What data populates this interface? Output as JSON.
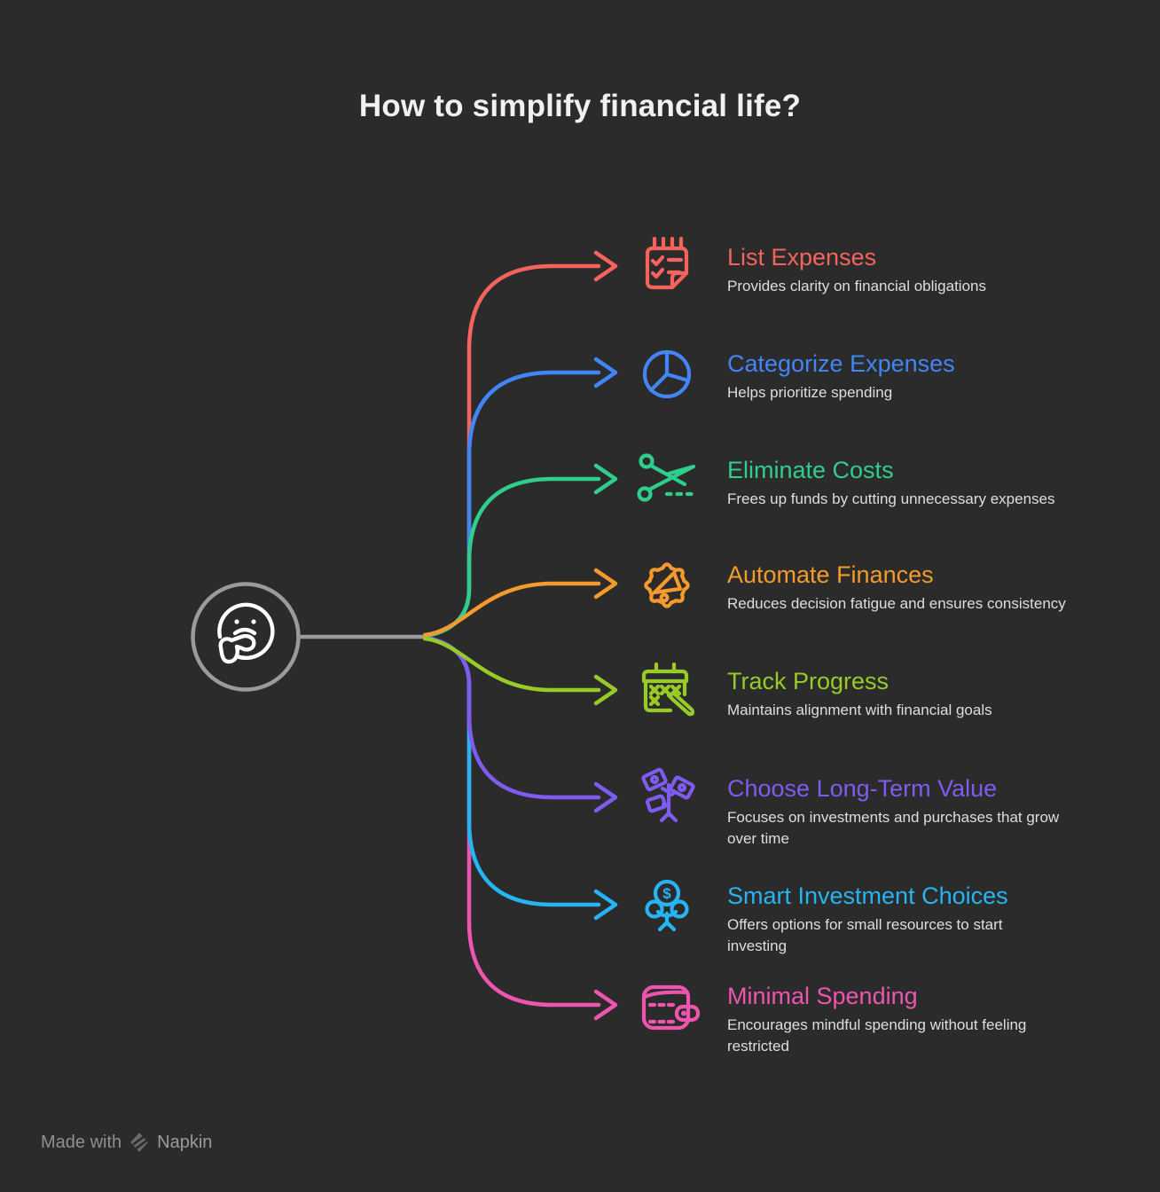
{
  "title": "How to simplify financial life?",
  "background_color": "#2b2b2b",
  "center": {
    "icon": "thinking-face-icon",
    "ring_color": "#9b9b9b",
    "face_color": "#ffffff"
  },
  "line_color": "#9b9b9b",
  "branches": [
    {
      "label": "List Expenses",
      "description": "Provides clarity on financial obligations",
      "color": "#F4645D",
      "icon": "checklist-notepad-icon"
    },
    {
      "label": "Categorize Expenses",
      "description": "Helps prioritize spending",
      "color": "#4285F4",
      "icon": "pie-chart-icon"
    },
    {
      "label": "Eliminate Costs",
      "description": "Frees up funds by cutting unnecessary expenses",
      "color": "#2FCE8D",
      "icon": "scissors-icon"
    },
    {
      "label": "Automate Finances",
      "description": "Reduces decision fatigue and ensures consistency",
      "color": "#F59B2D",
      "icon": "gear-megaphone-icon"
    },
    {
      "label": "Track Progress",
      "description": "Maintains alignment with financial goals",
      "color": "#98CB27",
      "icon": "calendar-pen-icon"
    },
    {
      "label": "Choose Long-Term Value",
      "description": "Focuses on investments and purchases that grow over time",
      "color": "#7F5BF0",
      "icon": "money-tree-icon"
    },
    {
      "label": "Smart Investment Choices",
      "description": "Offers options for small resources to start investing",
      "color": "#27B4F2",
      "icon": "dollar-tree-icon"
    },
    {
      "label": "Minimal Spending",
      "description": "Encourages mindful spending without feeling restricted",
      "color": "#EE55AE",
      "icon": "wallet-icon"
    }
  ],
  "footer": {
    "made_with": "Made with",
    "brand": "Napkin",
    "logo": "napkin-logo-icon"
  }
}
